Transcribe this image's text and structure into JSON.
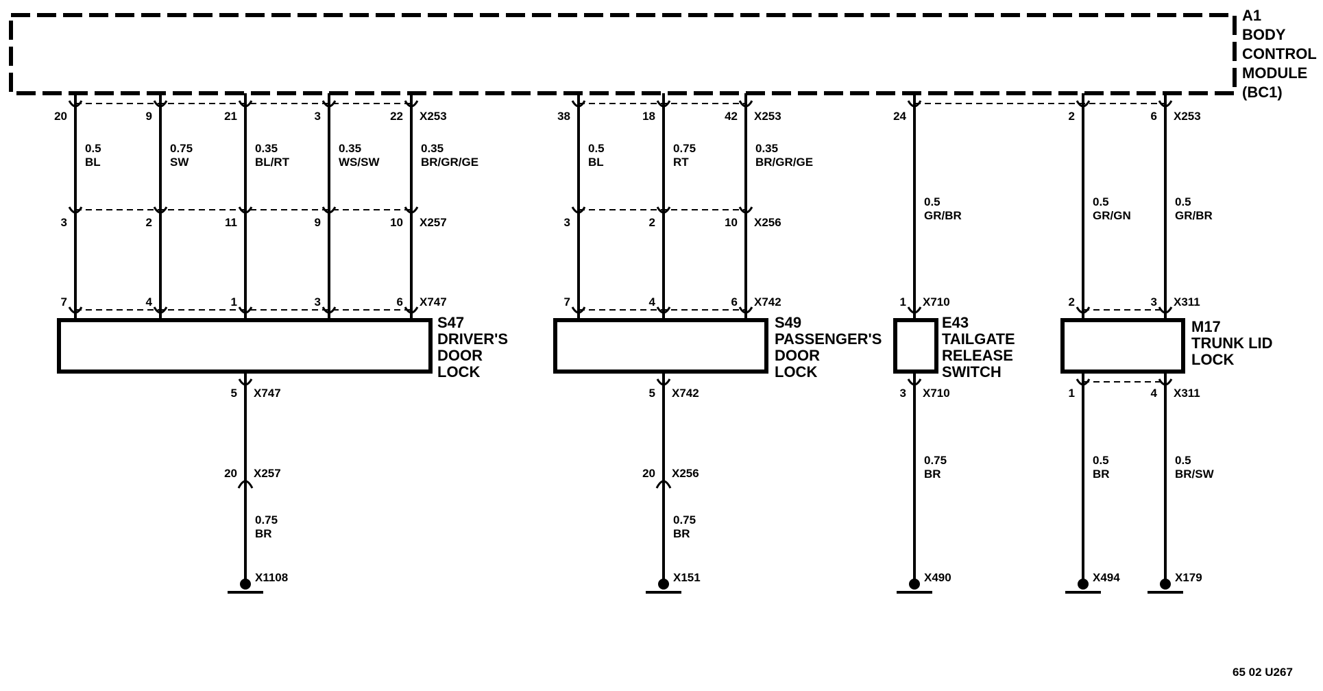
{
  "module": {
    "lines": [
      "A1",
      "BODY",
      "CONTROL",
      "MODULE",
      "(BC1)"
    ]
  },
  "components": [
    {
      "id": "S47",
      "lines": [
        "S47",
        "DRIVER'S",
        "DOOR",
        "LOCK"
      ]
    },
    {
      "id": "S49",
      "lines": [
        "S49",
        "PASSENGER'S",
        "DOOR",
        "LOCK"
      ]
    },
    {
      "id": "E43",
      "lines": [
        "E43",
        "TAILGATE",
        "RELEASE",
        "SWITCH"
      ]
    },
    {
      "id": "M17",
      "lines": [
        "M17",
        "TRUNK LID",
        "LOCK"
      ]
    }
  ],
  "wires": [
    {
      "group": "S47",
      "top": {
        "pin": "20",
        "conn": ""
      },
      "spec": [
        "0.5",
        "BL"
      ],
      "mid": {
        "pin": "3",
        "conn": ""
      },
      "bot": {
        "pin": "7",
        "conn": ""
      }
    },
    {
      "group": "S47",
      "top": {
        "pin": "9",
        "conn": ""
      },
      "spec": [
        "0.75",
        "SW"
      ],
      "mid": {
        "pin": "2",
        "conn": ""
      },
      "bot": {
        "pin": "4",
        "conn": ""
      }
    },
    {
      "group": "S47",
      "top": {
        "pin": "21",
        "conn": ""
      },
      "spec": [
        "0.35",
        "BL/RT"
      ],
      "mid": {
        "pin": "11",
        "conn": ""
      },
      "bot": {
        "pin": "1",
        "conn": ""
      }
    },
    {
      "group": "S47",
      "top": {
        "pin": "3",
        "conn": ""
      },
      "spec": [
        "0.35",
        "WS/SW"
      ],
      "mid": {
        "pin": "9",
        "conn": ""
      },
      "bot": {
        "pin": "3",
        "conn": ""
      }
    },
    {
      "group": "S47",
      "top": {
        "pin": "22",
        "conn": "X253"
      },
      "spec": [
        "0.35",
        "BR/GR/GE"
      ],
      "mid": {
        "pin": "10",
        "conn": "X257"
      },
      "bot": {
        "pin": "6",
        "conn": "X747"
      }
    },
    {
      "group": "S49",
      "top": {
        "pin": "38",
        "conn": ""
      },
      "spec": [
        "0.5",
        "BL"
      ],
      "mid": {
        "pin": "3",
        "conn": ""
      },
      "bot": {
        "pin": "7",
        "conn": ""
      }
    },
    {
      "group": "S49",
      "top": {
        "pin": "18",
        "conn": ""
      },
      "spec": [
        "0.75",
        "RT"
      ],
      "mid": {
        "pin": "2",
        "conn": ""
      },
      "bot": {
        "pin": "4",
        "conn": ""
      }
    },
    {
      "group": "S49",
      "top": {
        "pin": "42",
        "conn": "X253"
      },
      "spec": [
        "0.35",
        "BR/GR/GE"
      ],
      "mid": {
        "pin": "10",
        "conn": "X256"
      },
      "bot": {
        "pin": "6",
        "conn": "X742"
      }
    },
    {
      "group": "E43",
      "top": {
        "pin": "24",
        "conn": ""
      },
      "spec": [
        "0.5",
        "GR/BR"
      ],
      "bot": {
        "pin": "1",
        "conn": "X710"
      }
    },
    {
      "group": "M17",
      "top": {
        "pin": "2",
        "conn": ""
      },
      "spec": [
        "0.5",
        "GR/GN"
      ],
      "bot": {
        "pin": "2",
        "conn": ""
      }
    },
    {
      "group": "M17",
      "top": {
        "pin": "6",
        "conn": "X253"
      },
      "spec": [
        "0.5",
        "GR/BR"
      ],
      "bot": {
        "pin": "3",
        "conn": "X311"
      }
    }
  ],
  "grounds": [
    {
      "group": "S47",
      "out": {
        "pin": "5",
        "conn": "X747"
      },
      "mid": {
        "pin": "20",
        "conn": "X257"
      },
      "spec": [
        "0.75",
        "BR"
      ],
      "ground": "X1108"
    },
    {
      "group": "S49",
      "out": {
        "pin": "5",
        "conn": "X742"
      },
      "mid": {
        "pin": "20",
        "conn": "X256"
      },
      "spec": [
        "0.75",
        "BR"
      ],
      "ground": "X151"
    },
    {
      "group": "E43",
      "out": {
        "pin": "3",
        "conn": "X710"
      },
      "spec": [
        "0.75",
        "BR"
      ],
      "ground": "X490"
    },
    {
      "group": "M17",
      "out": {
        "pin": "1",
        "conn": ""
      },
      "spec": [
        "0.5",
        "BR"
      ],
      "ground": "X494"
    },
    {
      "group": "M17",
      "out": {
        "pin": "4",
        "conn": "X311"
      },
      "spec": [
        "0.5",
        "BR/SW"
      ],
      "ground": "X179"
    }
  ],
  "reference": "65 02 U267"
}
